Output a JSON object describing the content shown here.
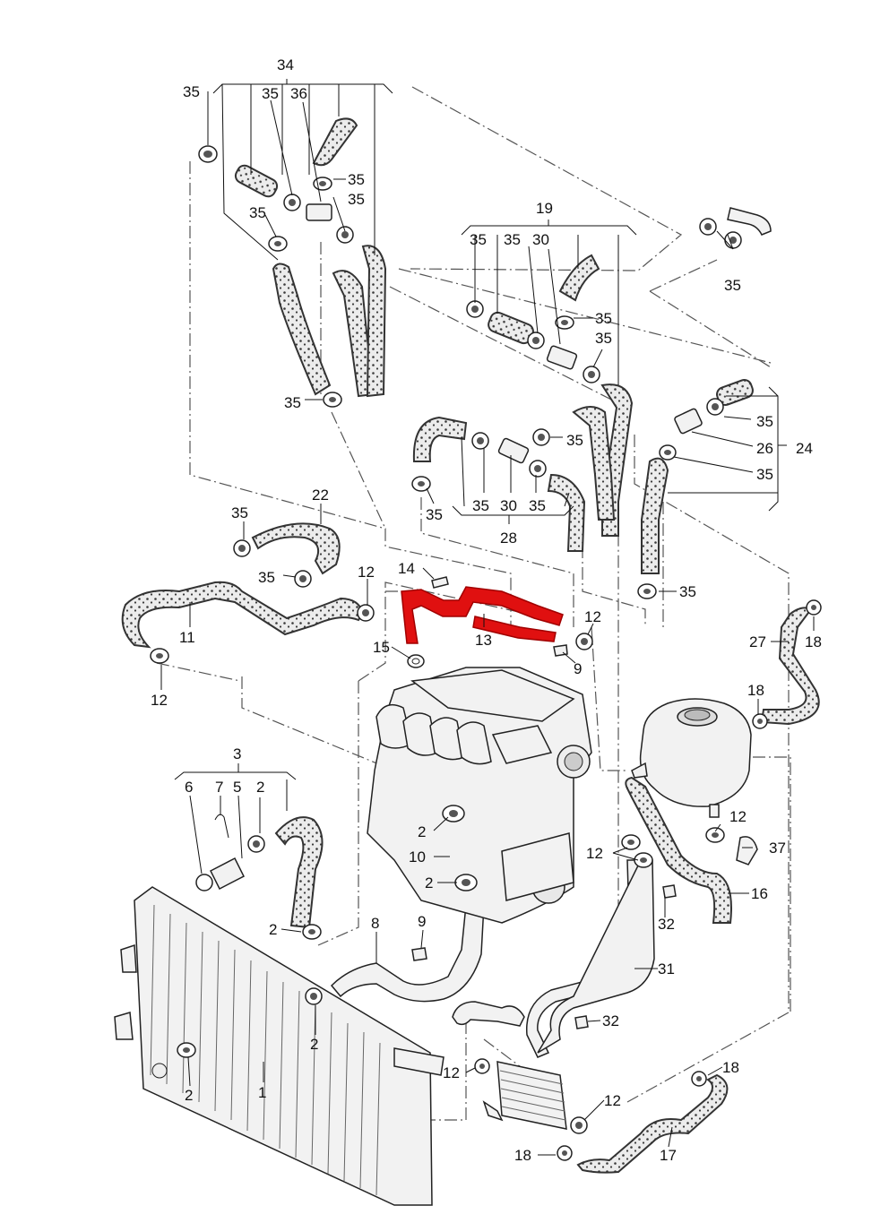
{
  "diagram": {
    "highlight_color": "#e01010",
    "callouts": [
      {
        "id": "c34",
        "text": "34"
      },
      {
        "id": "c35a",
        "text": "35"
      },
      {
        "id": "c35b",
        "text": "35"
      },
      {
        "id": "c36",
        "text": "36"
      },
      {
        "id": "c35c",
        "text": "35"
      },
      {
        "id": "c35d",
        "text": "35"
      },
      {
        "id": "c35e",
        "text": "35"
      },
      {
        "id": "c35f",
        "text": "35"
      },
      {
        "id": "c19",
        "text": "19"
      },
      {
        "id": "c35g",
        "text": "35"
      },
      {
        "id": "c35h",
        "text": "35"
      },
      {
        "id": "c30a",
        "text": "30"
      },
      {
        "id": "c35i",
        "text": "35"
      },
      {
        "id": "c35j",
        "text": "35"
      },
      {
        "id": "c35k",
        "text": "35"
      },
      {
        "id": "c35l",
        "text": "35"
      },
      {
        "id": "c26",
        "text": "26"
      },
      {
        "id": "c24",
        "text": "24"
      },
      {
        "id": "c35m",
        "text": "35"
      },
      {
        "id": "c35n",
        "text": "35"
      },
      {
        "id": "c35o",
        "text": "35"
      },
      {
        "id": "c35p",
        "text": "35"
      },
      {
        "id": "c30b",
        "text": "30"
      },
      {
        "id": "c35q",
        "text": "35"
      },
      {
        "id": "c28",
        "text": "28"
      },
      {
        "id": "c22",
        "text": "22"
      },
      {
        "id": "c35r",
        "text": "35"
      },
      {
        "id": "c35s",
        "text": "35"
      },
      {
        "id": "c35t",
        "text": "35"
      },
      {
        "id": "c14",
        "text": "14"
      },
      {
        "id": "c12a",
        "text": "12"
      },
      {
        "id": "c12b",
        "text": "12"
      },
      {
        "id": "c11",
        "text": "11"
      },
      {
        "id": "c15",
        "text": "15"
      },
      {
        "id": "c13",
        "text": "13"
      },
      {
        "id": "c9a",
        "text": "9"
      },
      {
        "id": "c12c",
        "text": "12"
      },
      {
        "id": "c27",
        "text": "27"
      },
      {
        "id": "c18a",
        "text": "18"
      },
      {
        "id": "c18b",
        "text": "18"
      },
      {
        "id": "c3",
        "text": "3"
      },
      {
        "id": "c6",
        "text": "6"
      },
      {
        "id": "c7",
        "text": "7"
      },
      {
        "id": "c5",
        "text": "5"
      },
      {
        "id": "c2a",
        "text": "2"
      },
      {
        "id": "c2b",
        "text": "2"
      },
      {
        "id": "c10",
        "text": "10"
      },
      {
        "id": "c2c",
        "text": "2"
      },
      {
        "id": "c12d",
        "text": "12"
      },
      {
        "id": "c12e",
        "text": "12"
      },
      {
        "id": "c37",
        "text": "37"
      },
      {
        "id": "c16",
        "text": "16"
      },
      {
        "id": "c32a",
        "text": "32"
      },
      {
        "id": "c2d",
        "text": "2"
      },
      {
        "id": "c8",
        "text": "8"
      },
      {
        "id": "c9b",
        "text": "9"
      },
      {
        "id": "c31",
        "text": "31"
      },
      {
        "id": "c32b",
        "text": "32"
      },
      {
        "id": "c2e",
        "text": "2"
      },
      {
        "id": "c2f",
        "text": "2"
      },
      {
        "id": "c1",
        "text": "1"
      },
      {
        "id": "c12f",
        "text": "12"
      },
      {
        "id": "c18c",
        "text": "18"
      },
      {
        "id": "c12g",
        "text": "12"
      },
      {
        "id": "c18d",
        "text": "18"
      },
      {
        "id": "c17",
        "text": "17"
      }
    ]
  }
}
